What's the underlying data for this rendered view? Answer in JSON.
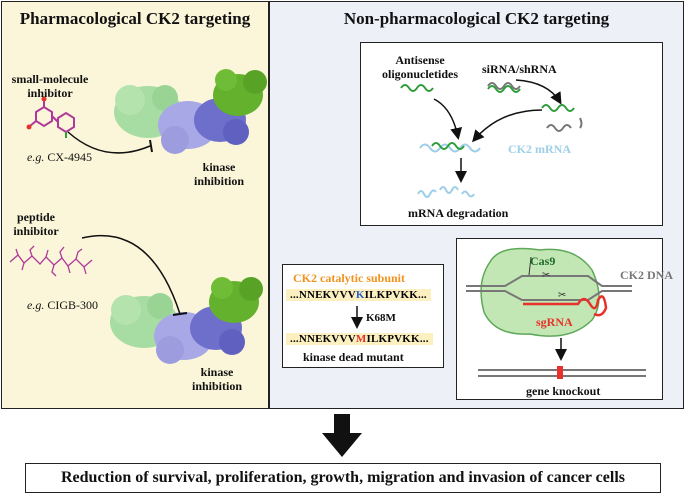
{
  "left": {
    "title": "Pharmacological CK2 targeting",
    "small_molecule": "small-molecule inhibitor",
    "small_molecule_eg_prefix": "e.g.",
    "small_molecule_eg": " CX-4945",
    "kinase_inhibition_1": "kinase inhibition",
    "peptide": "peptide inhibitor",
    "peptide_eg_prefix": "e.g.",
    "peptide_eg": " CIGB-300",
    "kinase_inhibition_2": "kinase inhibition"
  },
  "right": {
    "title": "Non-pharmacological CK2 targeting",
    "antisense": "Antisense oligonucletides",
    "sirna": "siRNA/shRNA",
    "ck2_mrna": "CK2 mRNA",
    "mrna_degradation": "mRNA degradation",
    "catalytic_subunit": "CK2 catalytic subunit",
    "seq_wt_pre": "...NNEKVVV",
    "seq_wt_res": "K",
    "seq_wt_post": "ILKPVKK...",
    "mutation": "K68M",
    "seq_mut_pre": "...NNEKVVV",
    "seq_mut_res": "M",
    "seq_mut_post": "ILKPVKK...",
    "kinase_dead": "kinase dead mutant",
    "cas9": "Cas9",
    "ck2_dna": "CK2 DNA",
    "sgrna": "sgRNA",
    "gene_knockout": "gene knockout"
  },
  "outcome": "Reduction of survival, proliferation, growth, migration and invasion of cancer cells",
  "colors": {
    "left_bg": "#fbf6d9",
    "right_bg": "#eef0f8",
    "green_wave": "#2e9e3a",
    "mrna_blue": "#9ecfe8",
    "orange_label": "#f0931e",
    "red": "#e8312a",
    "cas9_green": "#1f6b2e",
    "inhibitor_magenta": "#b0389a"
  }
}
